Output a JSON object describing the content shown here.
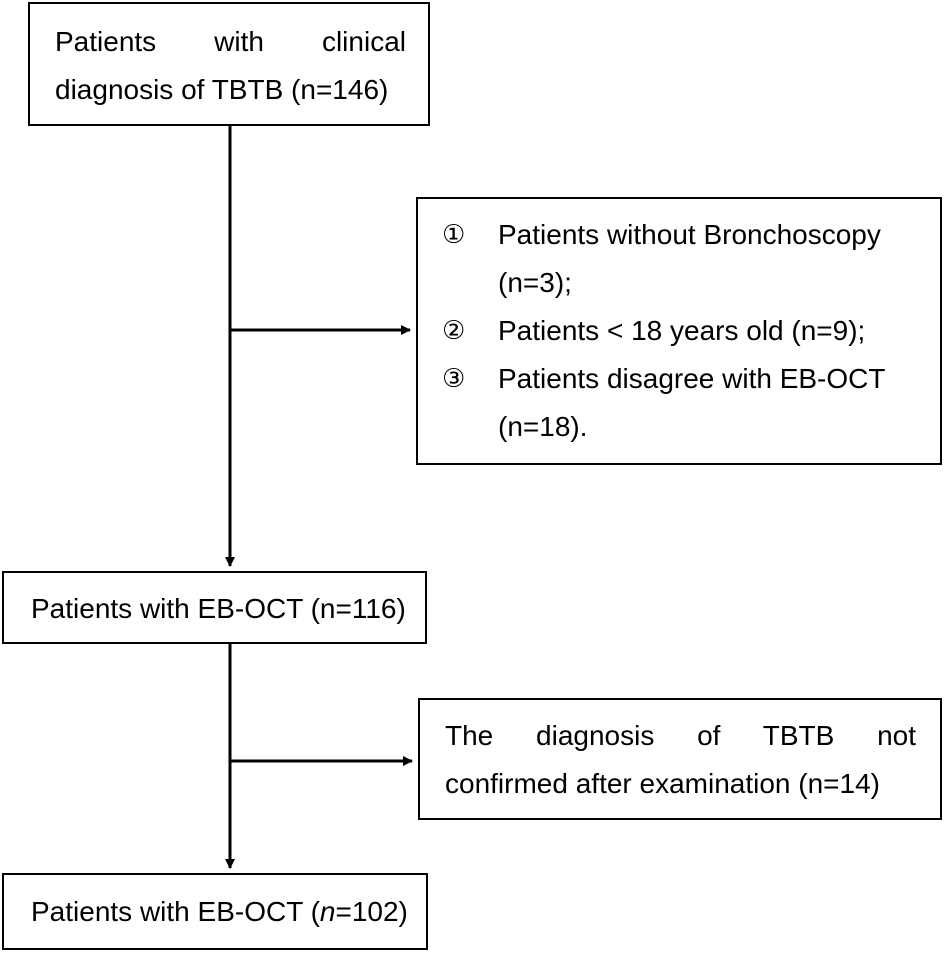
{
  "boxes": {
    "initial": {
      "line1": "Patients with clinical",
      "line2": "diagnosis of TBTB (n=146)"
    },
    "excluded_first": {
      "items": [
        {
          "marker": "①",
          "line1": "Patients without Bronchoscopy",
          "line2": "(n=3);"
        },
        {
          "marker": "②",
          "line1": "Patients < 18 years old (n=9);"
        },
        {
          "marker": "③",
          "line1": "Patients disagree with EB-OCT",
          "line2": "(n=18)."
        }
      ]
    },
    "eb_oct_first": {
      "text": "Patients with EB-OCT (n=116)"
    },
    "excluded_second": {
      "line1": "The diagnosis of TBTB not",
      "line2": "confirmed after examination (n=14)"
    },
    "eb_oct_final": {
      "prefix": "Patients with EB-OCT (",
      "n_symbol": "n",
      "suffix": "=102)"
    }
  },
  "colors": {
    "line": "#000000",
    "background": "#ffffff",
    "text": "#000000"
  }
}
